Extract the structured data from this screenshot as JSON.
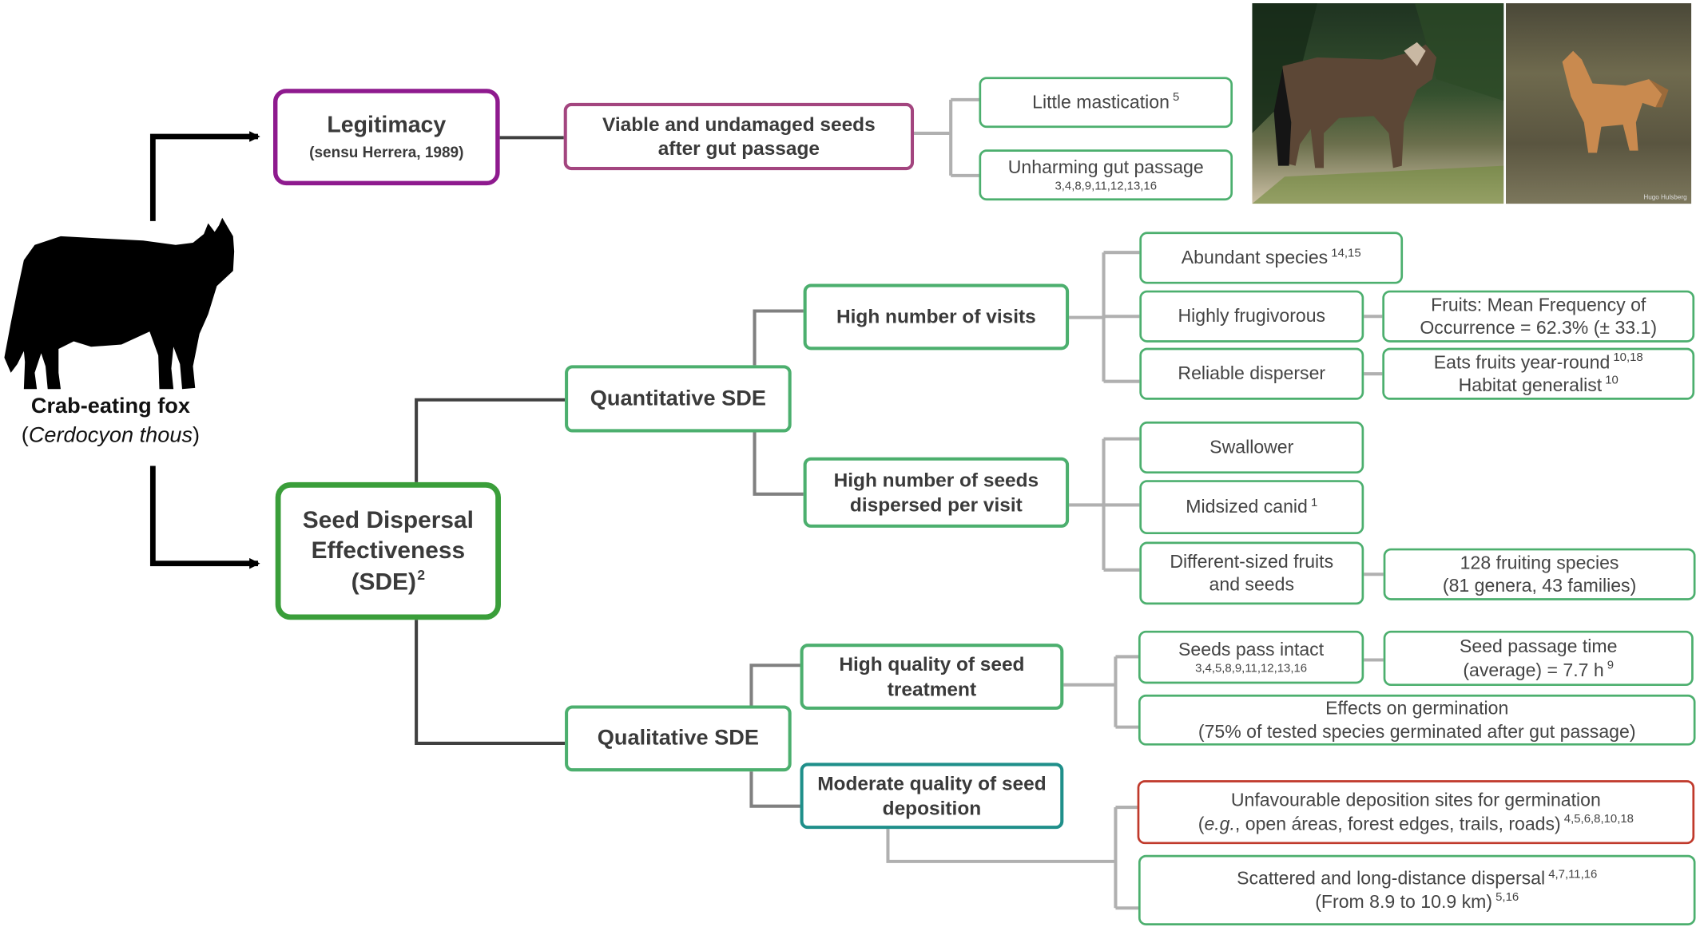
{
  "species": {
    "common_name": "Crab-eating fox",
    "sci_open": "(",
    "sci_name": "Cerdocyon thous",
    "sci_close": ")"
  },
  "legitimacy": {
    "title": "Legitimacy",
    "subtitle": "(sensu Herrera, 1989)",
    "child": "Viable and undamaged seeds after gut passage",
    "leaves": [
      {
        "text": "Little mastication",
        "ref": "5"
      },
      {
        "text": "Unharming gut passage",
        "ref": "3,4,8,9,11,12,13,16"
      }
    ]
  },
  "sde": {
    "line1": "Seed Dispersal",
    "line2": "Effectiveness",
    "line3": "(SDE)",
    "ref": "2"
  },
  "quantitative": {
    "title": "Quantitative SDE",
    "visits": {
      "title": "High number of visits",
      "leaves": [
        {
          "text": "Abundant species",
          "ref": "14,15"
        },
        {
          "text": "Highly frugivorous"
        },
        {
          "text": "Reliable disperser"
        }
      ],
      "details": {
        "fruits_line1": "Fruits: Mean Frequency of",
        "fruits_line2": "Occurrence = 62.3% (± 33.1)",
        "year_round": "Eats fruits year-round",
        "year_round_ref": "10,18",
        "habitat": "Habitat generalist",
        "habitat_ref": "10"
      }
    },
    "seeds": {
      "title": "High number of seeds dispersed per visit",
      "leaves": [
        {
          "text": "Swallower"
        },
        {
          "text": "Midsized canid",
          "ref": "1"
        },
        {
          "text": "Different-sized fruits and seeds"
        }
      ],
      "species_line1": "128 fruiting species",
      "species_line2": "(81 genera, 43 families)"
    }
  },
  "qualitative": {
    "title": "Qualitative SDE",
    "treatment": {
      "title": "High quality of seed treatment",
      "intact": "Seeds pass intact",
      "intact_ref": "3,4,5,8,9,11,12,13,16",
      "passage_line1": "Seed passage time",
      "passage_line2": "(average) = 7.7 h",
      "passage_ref": "9",
      "germ_line1": "Effects on germination",
      "germ_line2": "(75% of tested species germinated after gut passage)"
    },
    "deposition": {
      "title": "Moderate quality of seed deposition",
      "unfav_line1": "Unfavourable deposition sites for germination",
      "unfav_eg": "e.g.",
      "unfav_rest": ", open áreas, forest edges, trails, roads)",
      "unfav_ref": "4,5,6,8,10,18",
      "scatter_line1": "Scattered and long-distance dispersal",
      "scatter_ref": "4,7,11,16",
      "scatter_line2": "(From 8.9 to 10.9 km)",
      "scatter_ref2": "5,16"
    }
  },
  "photo": {
    "credit": "Hugo Hulsberg"
  },
  "colors": {
    "legitimacy": "#8e1a8e",
    "legitimacy_child": "#a3457f",
    "sde": "#3a9e3a",
    "branch": "#4caf6e",
    "deposition": "#1f8f8a",
    "unfavourable": "#c0392b",
    "connector": "#b0b0b0"
  },
  "icons": [
    "fox-silhouette-icon",
    "fox-photo-day",
    "fox-photo-night"
  ]
}
